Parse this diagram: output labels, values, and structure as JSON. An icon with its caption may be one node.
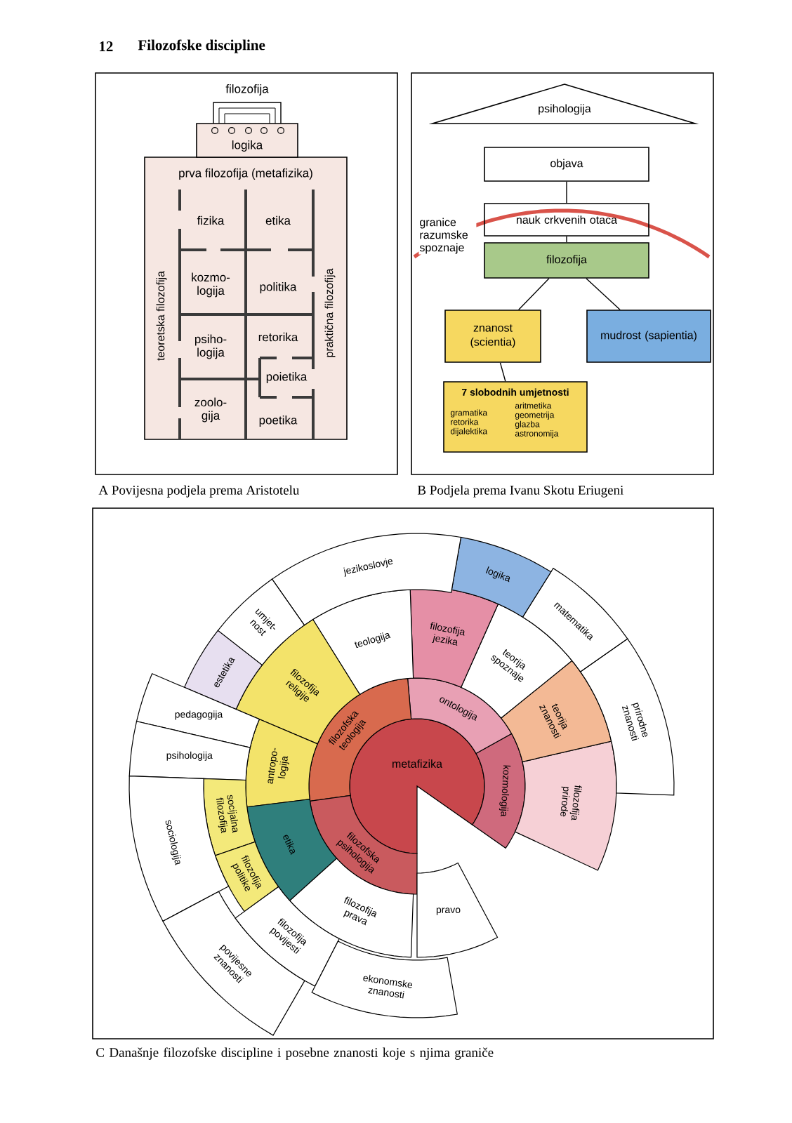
{
  "diagram": {
    "title": "Filozofske discipline",
    "nodes": [
      {
        "text": [
          "filozofija"
        ]
      },
      {
        "text": [
          "logika"
        ]
      },
      {
        "text": [
          "prva filozofija (metafizika)"
        ]
      },
      {
        "text": [
          "fizika"
        ],
        "in": 2
      },
      {
        "text": [
          "etika"
        ],
        "in": 2
      },
      {
        "text": [
          "kozmo- logija"
        ],
        "in": 2
      },
      {
        "text": [
          "politika"
        ],
        "in": 2
      },
      {
        "text": [
          "psiho- logija"
        ],
        "in": 2
      },
      {
        "text": [
          "retorika"
        ],
        "in": 2
      },
      {
        "text": [
          "poietika"
        ],
        "in": 2
      },
      {
        "text": [
          "zoolo- gija"
        ],
        "in": 2
      },
      {
        "text": [
          "poetika"
        ],
        "in": 2
      },
      {
        "text": [
          "psihologija"
        ]
      },
      {
        "text": [
          "objava"
        ]
      },
      {
        "text": [
          "nauk crkvenih otaca"
        ]
      },
      {
        "text": [
          "filozofija"
        ]
      },
      {
        "text": [
          "znanost (scientia)"
        ]
      },
      {
        "text": [
          "mudrost (sapientia)"
        ]
      },
      {
        "text": [
          "7 slobodnih umjetnosti",
          "gramatika retorika dijalektika",
          "aritmetika geometrija glazba astronomija"
        ]
      },
      {
        "text": [
          "metafizika"
        ]
      },
      {
        "text": [
          "kozmologija"
        ]
      },
      {
        "text": [
          "ontologija"
        ]
      },
      {
        "text": [
          "filozofska teologija"
        ]
      },
      {
        "text": [
          "filozofska psihologija"
        ]
      },
      {
        "text": [
          "filozofija prirode"
        ]
      },
      {
        "text": [
          "teorija znanosti"
        ]
      },
      {
        "text": [
          "teorija spoznaje"
        ]
      },
      {
        "text": [
          "filozofija jezika"
        ]
      },
      {
        "text": [
          "teologija"
        ]
      },
      {
        "text": [
          "filozofija religije"
        ]
      },
      {
        "text": [
          "antropo- logija"
        ]
      },
      {
        "text": [
          "etika"
        ]
      },
      {
        "text": [
          "filozofija prava"
        ]
      },
      {
        "text": [
          "prirodne znanosti"
        ]
      },
      {
        "text": [
          "matematika"
        ]
      },
      {
        "text": [
          "logika"
        ]
      },
      {
        "text": [
          "jezikoslovje"
        ]
      },
      {
        "text": [
          "umjet- nost"
        ]
      },
      {
        "text": [
          "estetika"
        ]
      },
      {
        "text": [
          "pedagogija"
        ]
      },
      {
        "text": [
          "psihologija"
        ]
      },
      {
        "text": [
          "socijalna filozofija"
        ]
      },
      {
        "text": [
          "filozofija politike"
        ]
      },
      {
        "text": [
          "sociologija"
        ]
      },
      {
        "text": [
          "povijesne znanosti"
        ]
      },
      {
        "text": [
          "filozofija povijesti"
        ]
      },
      {
        "text": [
          "ekonomske znanosti"
        ]
      },
      {
        "text": [
          "pravo"
        ]
      }
    ],
    "edges": [
      {
        "from": 13,
        "to": 14,
        "arrow": "none"
      },
      {
        "from": 14,
        "to": 15,
        "arrow": "none"
      },
      {
        "from": 15,
        "to": 16,
        "arrow": "none"
      },
      {
        "from": 15,
        "to": 17,
        "arrow": "none"
      },
      {
        "from": 16,
        "to": 18,
        "arrow": "none"
      }
    ],
    "labels": [
      "12",
      "teoretska filozofija",
      "praktična filozofija",
      "granice razumske spoznaje",
      "A Povijesna podjela prema Aristotelu",
      "B Podjela prema Ivanu Skotu Eriugeni",
      "C Današnje filozofske discipline i posebne znanosti koje s njima graniče"
    ]
  }
}
